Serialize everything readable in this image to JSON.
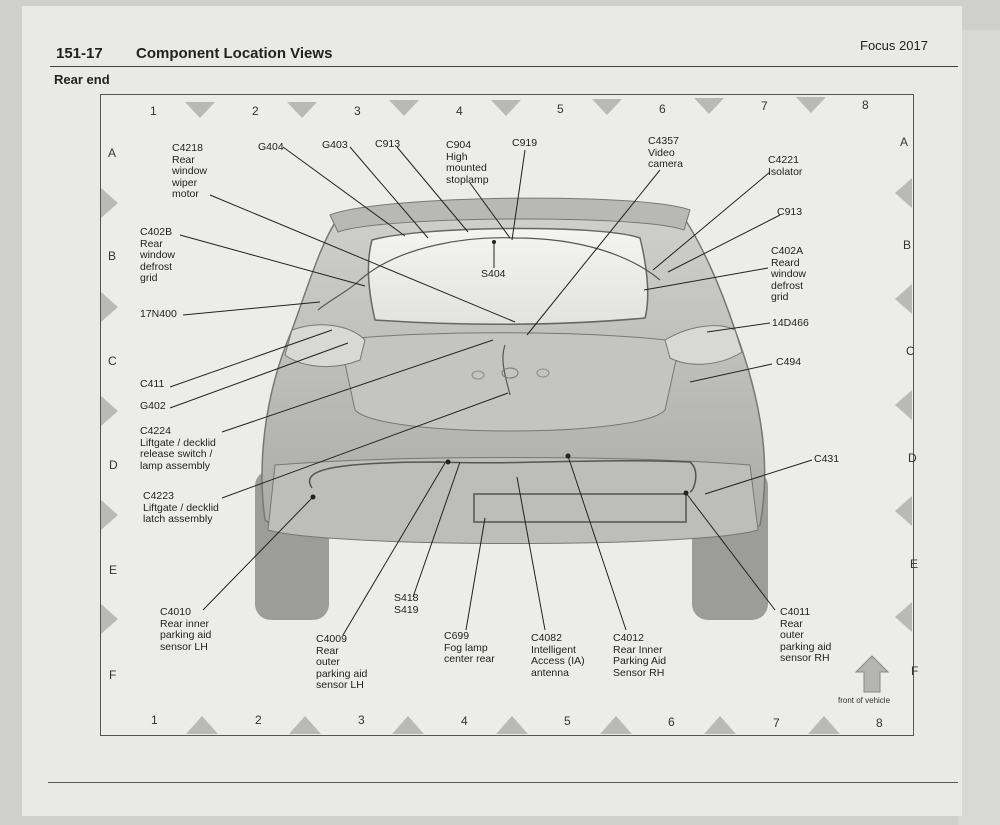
{
  "header": {
    "page_number": "151-17",
    "title": "Component Location Views",
    "vehicle": "Focus 2017"
  },
  "section": {
    "title": "Rear end"
  },
  "grid": {
    "columns": [
      "1",
      "2",
      "3",
      "4",
      "5",
      "6",
      "7",
      "8"
    ],
    "rows": [
      "A",
      "B",
      "C",
      "D",
      "E",
      "F"
    ]
  },
  "labels": {
    "c4218": [
      "C4218",
      "Rear",
      "window",
      "wiper",
      "motor"
    ],
    "g404": [
      "G404"
    ],
    "g403": [
      "G403"
    ],
    "c913_top": [
      "C913"
    ],
    "c904": [
      "C904",
      "High",
      "mounted",
      "stoplamp"
    ],
    "c919": [
      "C919"
    ],
    "c4357": [
      "C4357",
      "Video",
      "camera"
    ],
    "c4221": [
      "C4221",
      "Isolator"
    ],
    "c913_right": [
      "C913"
    ],
    "c402b": [
      "C402B",
      "Rear",
      "window",
      "defrost",
      "grid"
    ],
    "s404": [
      "S404"
    ],
    "c402a": [
      "C402A",
      "Reard",
      "window",
      "defrost",
      "grid"
    ],
    "n17n400": [
      "17N400"
    ],
    "n14d466": [
      "14D466"
    ],
    "c411": [
      "C411"
    ],
    "c494": [
      "C494"
    ],
    "g402": [
      "G402"
    ],
    "c4224": [
      "C4224",
      "Liftgate / decklid",
      "release switch /",
      "lamp assembly"
    ],
    "c431": [
      "C431"
    ],
    "c4223": [
      "C4223",
      "Liftgate / decklid",
      "latch assembly"
    ],
    "c4010": [
      "C4010",
      "Rear inner",
      "parking aid",
      "sensor LH"
    ],
    "s418": [
      "S418",
      "S419"
    ],
    "c4011": [
      "C4011",
      "Rear",
      "outer",
      "parking aid",
      "sensor RH"
    ],
    "c4009": [
      "C4009",
      "Rear",
      "outer",
      "parking aid",
      "sensor LH"
    ],
    "c699": [
      "C699",
      "Fog lamp",
      "center rear"
    ],
    "c4082": [
      "C4082",
      "Intelligent",
      "Access (IA)",
      "antenna"
    ],
    "c4012": [
      "C4012",
      "Rear Inner",
      "Parking Aid",
      "Sensor RH"
    ]
  },
  "footer_note": "front of vehicle"
}
